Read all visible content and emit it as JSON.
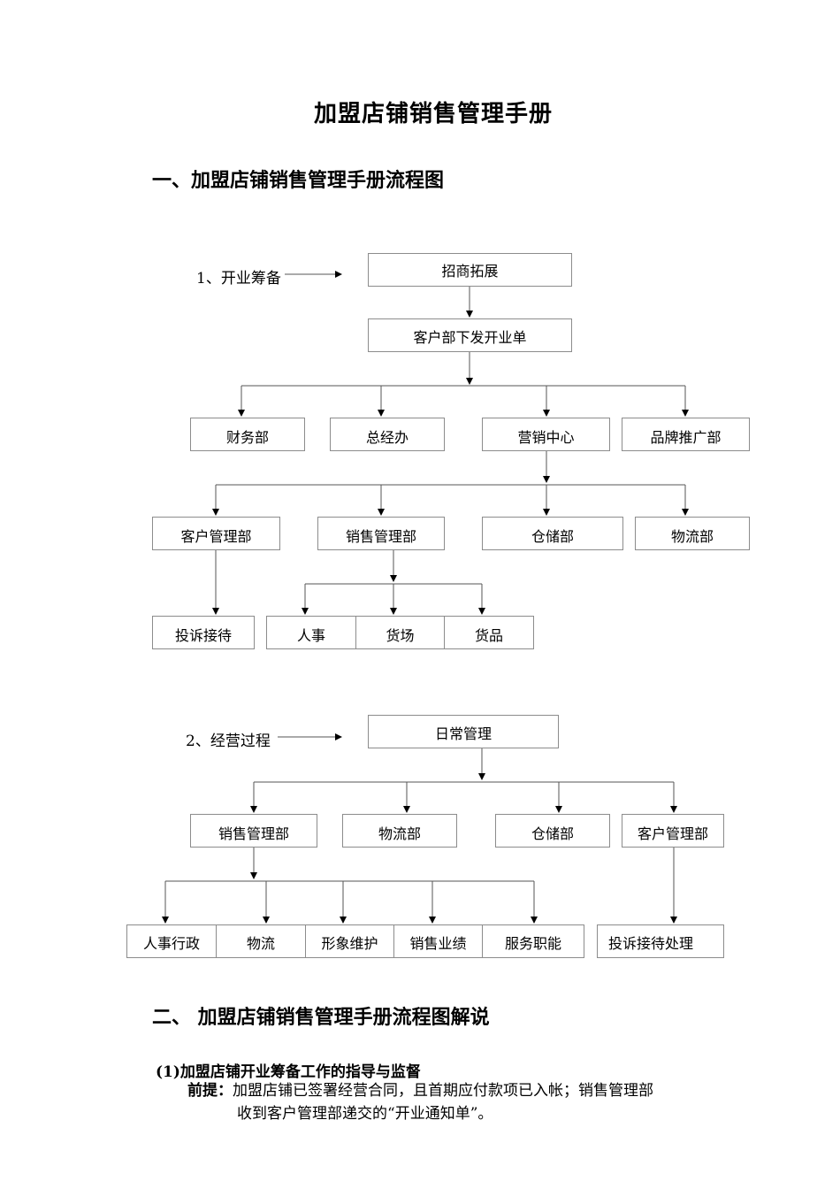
{
  "document": {
    "title": "加盟店铺销售管理手册",
    "section1_heading": "一、加盟店铺销售管理手册流程图",
    "section2_heading": "二、 加盟店铺销售管理手册流程图解说"
  },
  "flow1": {
    "label": "1、开业筹备",
    "boxes": {
      "zhaoshang": "招商拓展",
      "kehubu_xiafa": "客户部下发开业单",
      "caiwu": "财务部",
      "zongjingban": "总经办",
      "yingxiao": "营销中心",
      "pinpai": "品牌推广部",
      "kehu_guanli": "客户管理部",
      "xiaoshou_guanli": "销售管理部",
      "cangchu": "仓储部",
      "wuliu": "物流部",
      "tousu": "投诉接待",
      "renshi": "人事",
      "huochang": "货场",
      "huopin": "货品"
    }
  },
  "flow2": {
    "label": "2、经营过程",
    "boxes": {
      "richang": "日常管理",
      "xiaoshou_guanli": "销售管理部",
      "wuliu": "物流部",
      "cangchu": "仓储部",
      "kehu_guanli": "客户管理部",
      "renshi_xingzheng": "人事行政",
      "wuliu_small": "物流",
      "xingxiang": "形象维护",
      "xiaoshou_yeji": "销售业绩",
      "fuwu": "服务职能",
      "tousu_chuli": "投诉接待处理"
    }
  },
  "explanation": {
    "item1_title": "(1)加盟店铺开业筹备工作的指导与监督",
    "premise_label": "前提：",
    "premise_line1": "加盟店铺已签署经营合同，且首期应付款项已入帐；销售管理部",
    "premise_line2": "收到客户管理部递交的“开业通知单”。"
  }
}
